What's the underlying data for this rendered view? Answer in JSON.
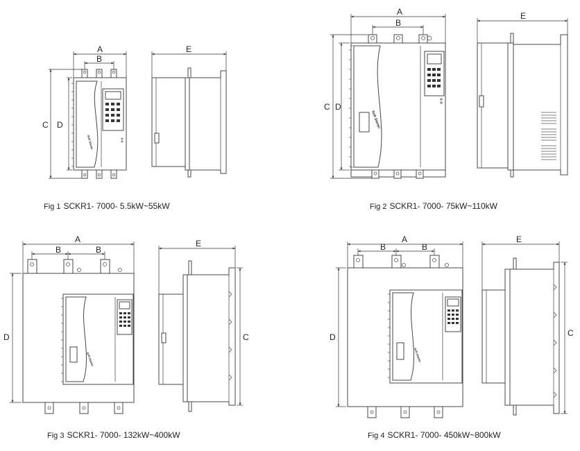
{
  "figures": [
    {
      "id": "fig1",
      "number": "Fig 1",
      "model": "SCKR1- 7000- 5.5kW~55kW",
      "dims": {
        "a": "A",
        "b": "B",
        "c": "C",
        "d": "D",
        "e": "E"
      },
      "front_label": "Soft Starter"
    },
    {
      "id": "fig2",
      "number": "Fig 2",
      "model": "SCKR1- 7000- 75kW~110kW",
      "dims": {
        "a": "A",
        "b": "B",
        "c": "C",
        "d": "D",
        "e": "E"
      },
      "front_label": "Soft Starter"
    },
    {
      "id": "fig3",
      "number": "Fig 3",
      "model": "SCKR1- 7000- 132kW~400kW",
      "dims": {
        "a": "A",
        "b1": "B",
        "b2": "B",
        "c": "C",
        "d": "D",
        "e": "E"
      },
      "front_label": "Soft Starter"
    },
    {
      "id": "fig4",
      "number": "Fig 4",
      "model": "SCKR1- 7000- 450kW~800kW",
      "dims": {
        "a": "A",
        "b1": "B",
        "b2": "B",
        "c": "C",
        "d": "D",
        "e": "E"
      },
      "front_label": "Soft Starter"
    }
  ]
}
